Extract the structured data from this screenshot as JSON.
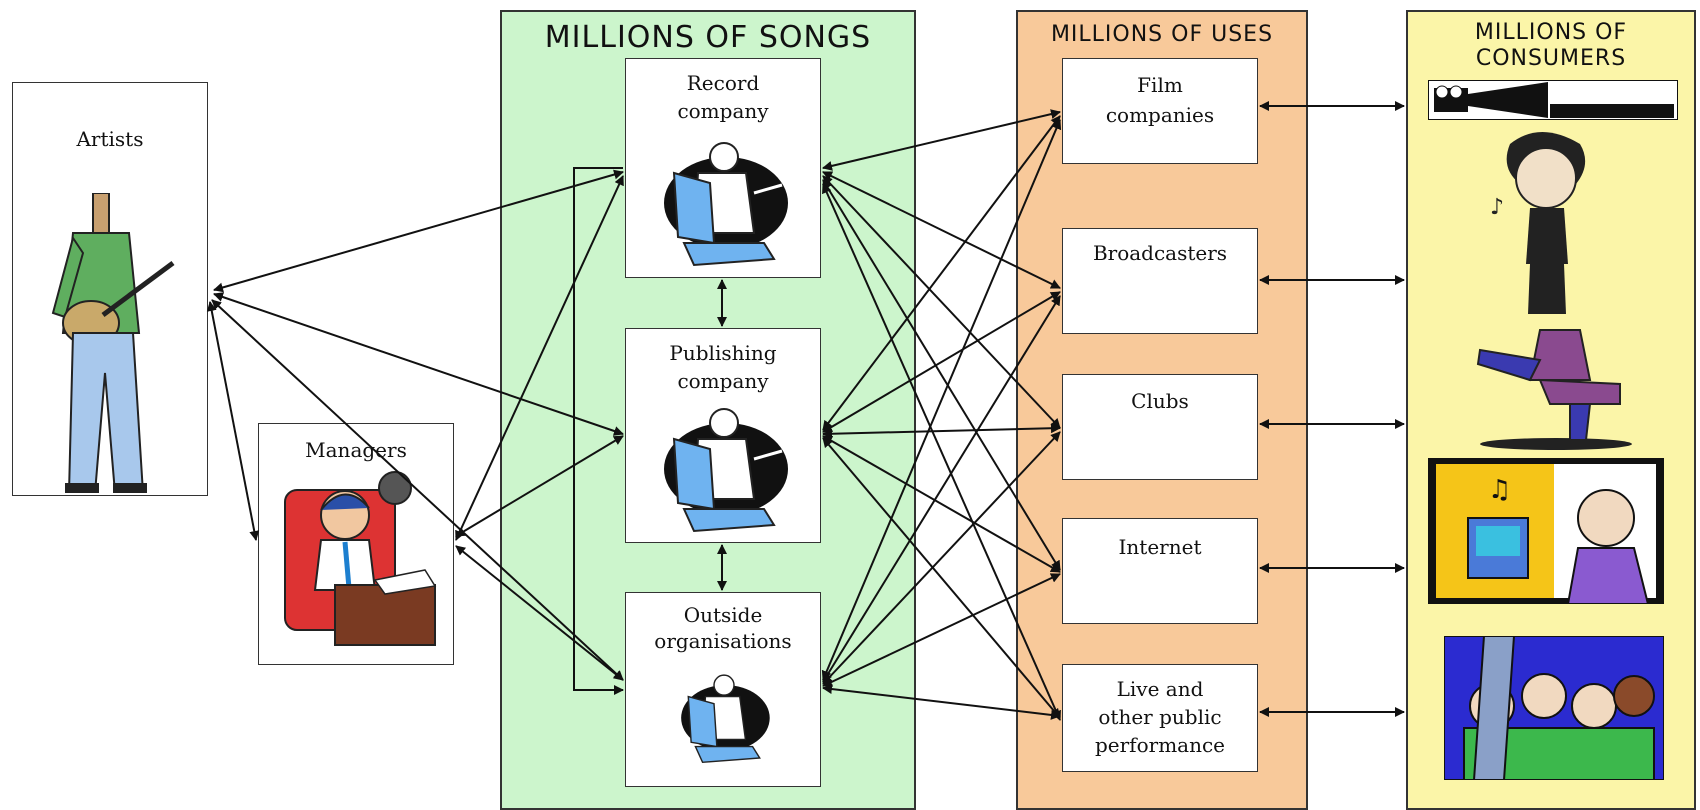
{
  "panels": {
    "songs": {
      "title": "MILLIONS OF SONGS",
      "color": "#ccf5cc"
    },
    "uses": {
      "title": "MILLIONS OF USES",
      "color": "#f8c99a"
    },
    "consumers": {
      "title_line1": "MILLIONS OF",
      "title_line2": "CONSUMERS",
      "color": "#fbf5a8"
    }
  },
  "nodes": {
    "artists": "Artists",
    "managers": "Managers",
    "record_company": {
      "line1": "Record",
      "line2": "company"
    },
    "publishing_company": {
      "line1": "Publishing",
      "line2": "company"
    },
    "outside_organisations": {
      "line1": "Outside",
      "line2": "organisations"
    },
    "film_companies": {
      "line1": "Film",
      "line2": "companies"
    },
    "broadcasters": "Broadcasters",
    "clubs": "Clubs",
    "internet": "Internet",
    "live": {
      "line1": "Live and",
      "line2": "other public",
      "line3": "performance"
    }
  },
  "icons": {
    "artist": "guitarist-icon",
    "manager": "manager-at-desk-icon",
    "company": "person-at-computer-icon",
    "film": "film-camera-icon",
    "listener": "headphone-listener-icon",
    "dancer": "dancer-icon",
    "internet_user": "computer-music-icon",
    "crowd": "concert-crowd-icon"
  }
}
